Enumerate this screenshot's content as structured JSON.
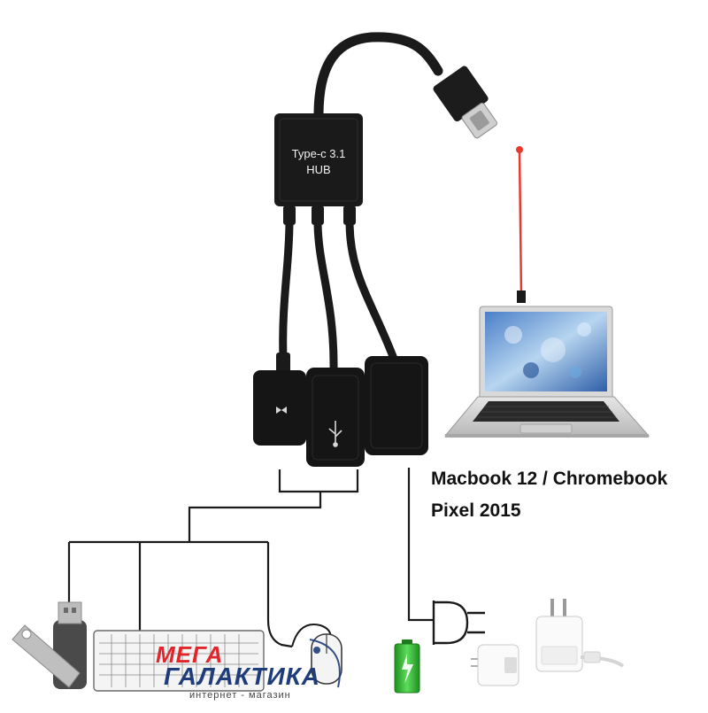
{
  "hub": {
    "label_line1": "Type-c 3.1",
    "label_line2": "HUB"
  },
  "caption": {
    "line1": "Macbook 12 / Chromebook",
    "line2": "Pixel 2015"
  },
  "watermark": {
    "line1": "МЕГА",
    "line2": "ГАЛАКТИКА",
    "line3": "интернет - магазин"
  },
  "colors": {
    "cable": "#1a1a1a",
    "power_line": "#e8392e",
    "battery": "#2eb82e",
    "brand_red": "#e0262b",
    "brand_blue": "#1f3d7a"
  }
}
